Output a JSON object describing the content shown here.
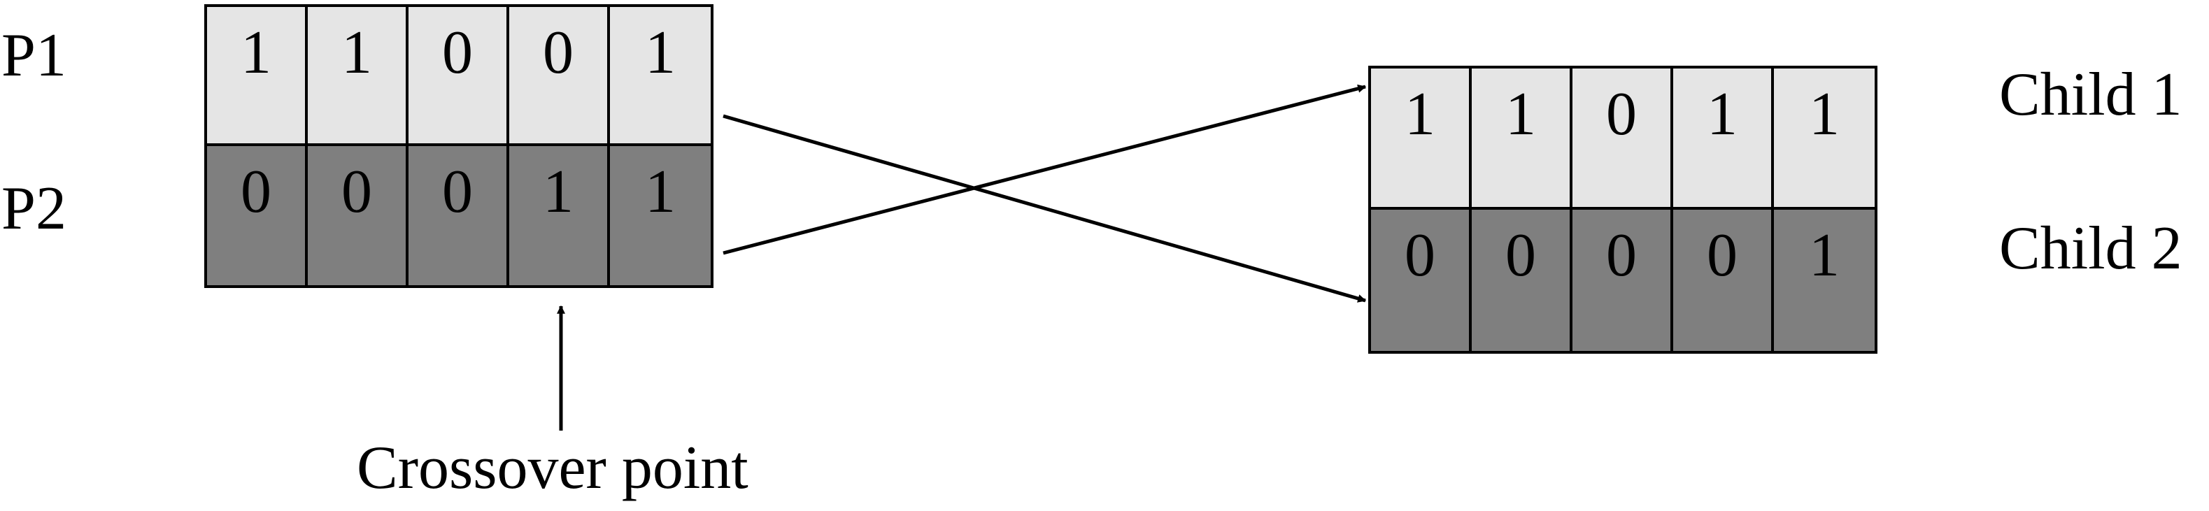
{
  "labels": {
    "p1": "P1",
    "p2": "P2",
    "child1": "Child 1",
    "child2": "Child 2",
    "crossover": "Crossover point"
  },
  "parents": {
    "p1": [
      "1",
      "1",
      "0",
      "0",
      "1"
    ],
    "p2": [
      "0",
      "0",
      "0",
      "1",
      "1"
    ]
  },
  "children": {
    "child1": [
      "1",
      "1",
      "0",
      "1",
      "1"
    ],
    "child2": [
      "0",
      "0",
      "0",
      "0",
      "1"
    ]
  },
  "colors": {
    "parent1_fill": "#e5e5e5",
    "parent2_fill": "#7f7f7f",
    "line": "#000000"
  }
}
